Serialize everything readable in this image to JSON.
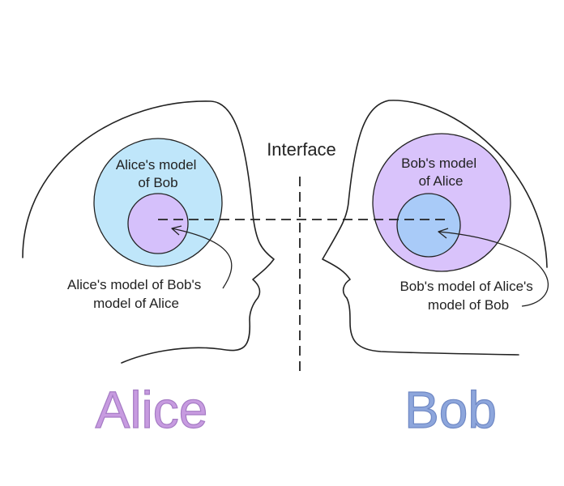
{
  "interface_label": "Interface",
  "alice": {
    "name": "Alice",
    "outer_model_label": [
      "Alice's model",
      "of Bob"
    ],
    "inner_model_label": [
      "Alice's model of Bob's",
      "model of Alice"
    ]
  },
  "bob": {
    "name": "Bob",
    "outer_model_label": [
      "Bob's model",
      "of Alice"
    ],
    "inner_model_label": [
      "Bob's model of Alice's",
      "model of Bob"
    ]
  },
  "colors": {
    "alice_outer_fill": "#bfe6fa",
    "alice_inner_fill": "#d5c0fb",
    "bob_outer_fill": "#d9c3fb",
    "bob_inner_fill": "#a9cbf8",
    "alice_name_fill": "#c79be0",
    "alice_name_stroke": "#a57bc4",
    "bob_name_fill": "#8da6dc",
    "bob_name_stroke": "#6f88c4",
    "line": "#222222"
  }
}
